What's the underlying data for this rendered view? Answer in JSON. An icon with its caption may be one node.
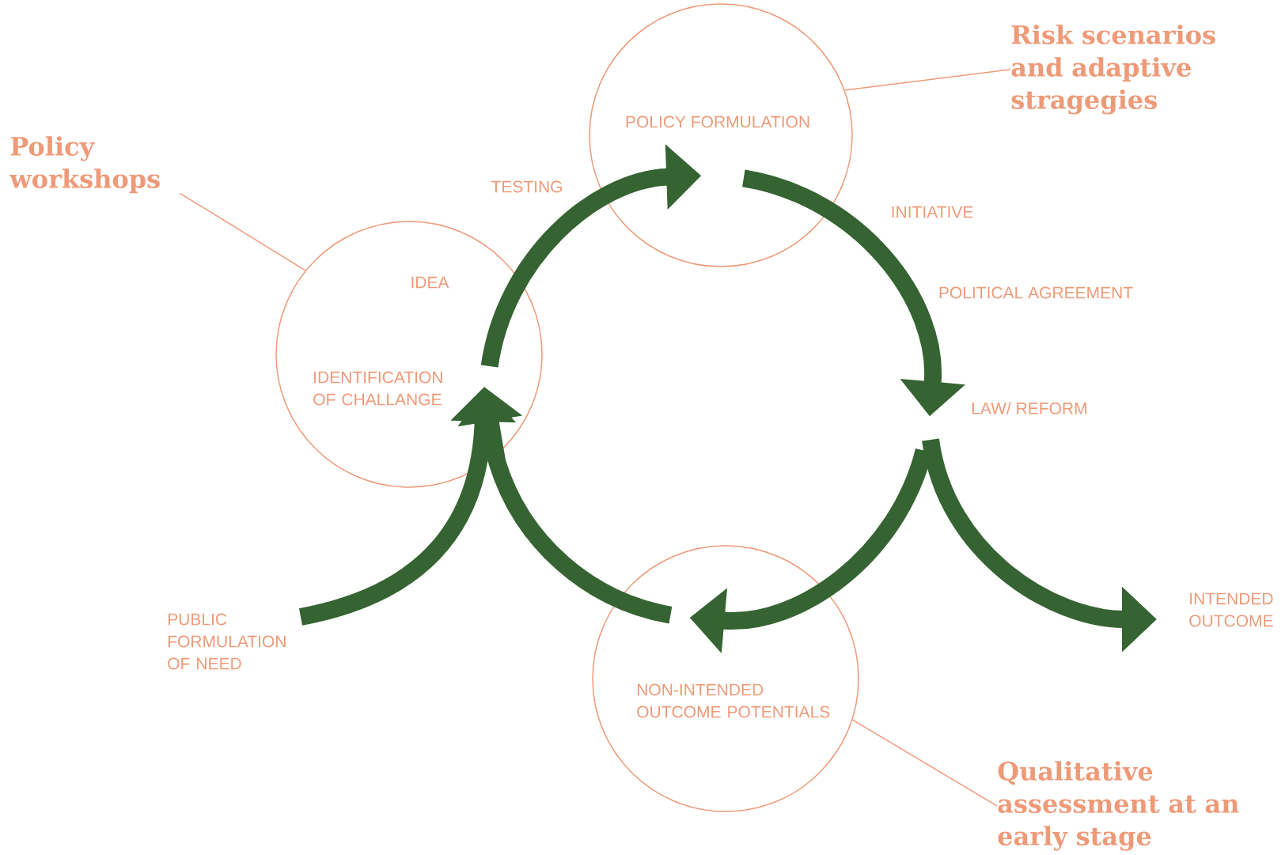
{
  "diagram": {
    "nodes": [
      {
        "text": [
          "POLICY FORMULATION"
        ]
      },
      {
        "text": [
          "IDEA",
          "IDENTIFICATION OF CHALLANGE"
        ]
      },
      {
        "text": [
          "NON-INTENDED OUTCOME POTENTIALS"
        ]
      },
      {
        "text": [
          "Policy workshops"
        ]
      },
      {
        "text": [
          "Risk scenarios and adaptive stragegies"
        ]
      },
      {
        "text": [
          "Qualitative assessment at an early stage"
        ]
      },
      {
        "text": [
          "PUBLIC FORMULATION OF NEED"
        ]
      },
      {
        "text": [
          "INTENDED OUTCOME"
        ]
      },
      {
        "text": [
          "LAW/ REFORM"
        ]
      }
    ],
    "edges": [
      {
        "from": 1,
        "to": 0,
        "arrow": "to",
        "label": "TESTING"
      },
      {
        "from": 0,
        "to": 8,
        "arrow": "to",
        "label": "INITIATIVE"
      },
      {
        "from": 8,
        "to": 2,
        "arrow": "to"
      },
      {
        "from": 8,
        "to": 7,
        "arrow": "to"
      },
      {
        "from": 2,
        "to": 1,
        "arrow": "to"
      },
      {
        "from": 6,
        "to": 1,
        "arrow": "to"
      },
      {
        "from": 3,
        "to": 1,
        "arrow": "none",
        "color": "#ee9a78"
      },
      {
        "from": 4,
        "to": 0,
        "arrow": "none",
        "color": "#ee9a78"
      },
      {
        "from": 5,
        "to": 2,
        "arrow": "none",
        "color": "#ee9a78"
      }
    ],
    "labels": [
      "POLITICAL AGREEMENT"
    ]
  }
}
